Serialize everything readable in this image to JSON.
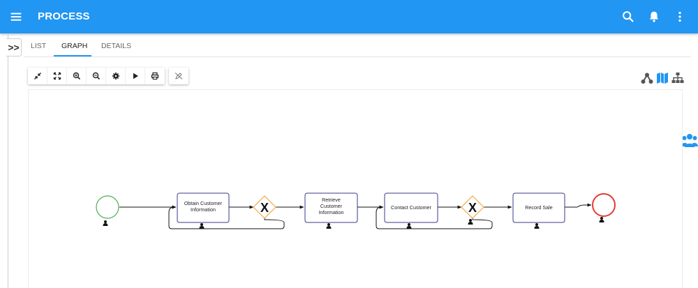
{
  "app": {
    "title": "PROCESS"
  },
  "tabs": [
    {
      "label": "LIST",
      "active": false
    },
    {
      "label": "GRAPH",
      "active": true
    },
    {
      "label": "DETAILS",
      "active": false
    }
  ],
  "rail": {
    "toggle_glyph": ">>"
  },
  "toolbar": {
    "tools": [
      "compress-icon",
      "expand-icon",
      "zoom-in-icon",
      "zoom-out-icon",
      "gear-icon",
      "play-icon",
      "print-icon"
    ],
    "extra_tool": "pencil-off-icon"
  },
  "view_icons": [
    "network-icon",
    "map-icon",
    "sitemap-icon"
  ],
  "colors": {
    "primary": "#2196f3",
    "start_event": "#4caf50",
    "end_event": "#e53935",
    "gateway": "#f0a030",
    "task_border": "#3a3a8c",
    "view_icon": "#555555"
  },
  "diagram": {
    "nodes": [
      {
        "id": "start",
        "type": "start-event",
        "label": ""
      },
      {
        "id": "t1",
        "type": "task",
        "label_lines": [
          "Obtain Customer",
          "Information"
        ]
      },
      {
        "id": "g1",
        "type": "exclusive-gateway",
        "label": "X"
      },
      {
        "id": "t2",
        "type": "task",
        "label_lines": [
          "Retrieve",
          "Customer",
          "Information"
        ]
      },
      {
        "id": "t3",
        "type": "task",
        "label_lines": [
          "Contact Customer"
        ]
      },
      {
        "id": "g2",
        "type": "exclusive-gateway",
        "label": "X"
      },
      {
        "id": "t4",
        "type": "task",
        "label_lines": [
          "Record Sale"
        ]
      },
      {
        "id": "end",
        "type": "end-event",
        "label": ""
      }
    ],
    "edges": [
      {
        "from": "start",
        "to": "t1"
      },
      {
        "from": "t1",
        "to": "g1"
      },
      {
        "from": "g1",
        "to": "t2"
      },
      {
        "from": "g1",
        "to": "t1",
        "loop": true
      },
      {
        "from": "t2",
        "to": "t3"
      },
      {
        "from": "t3",
        "to": "g2"
      },
      {
        "from": "g2",
        "to": "t4"
      },
      {
        "from": "g2",
        "to": "t3",
        "loop": true
      },
      {
        "from": "t4",
        "to": "end"
      }
    ]
  }
}
